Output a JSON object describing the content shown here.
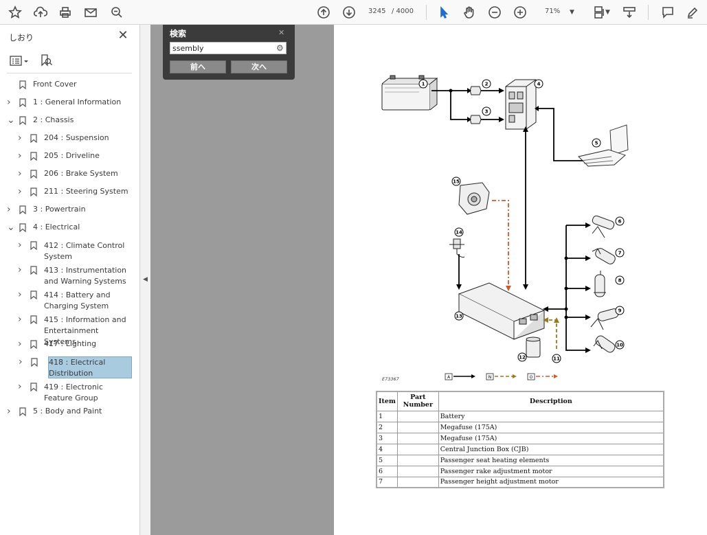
{
  "toolbar": {
    "page_current": "3245",
    "page_total": "/ 4000",
    "zoom": "71%",
    "colors": {
      "select_tool": "#1f6fd1",
      "icon": "#4b4b4b"
    }
  },
  "sidebar": {
    "title": "しおり",
    "close": "✕",
    "items": [
      {
        "label": "Front Cover",
        "expandable": false,
        "level": 0
      },
      {
        "label": "1 : General Information",
        "expandable": true,
        "level": 0
      },
      {
        "label": "2 : Chassis",
        "expandable": true,
        "expanded": true,
        "level": 0
      },
      {
        "label": "204 : Suspension",
        "expandable": true,
        "level": 1
      },
      {
        "label": "205 : Driveline",
        "expandable": true,
        "level": 1
      },
      {
        "label": "206 : Brake System",
        "expandable": true,
        "level": 1
      },
      {
        "label": "211 : Steering System",
        "expandable": true,
        "level": 1
      },
      {
        "label": "3 : Powertrain",
        "expandable": true,
        "level": 0
      },
      {
        "label": "4 : Electrical",
        "expandable": true,
        "expanded": true,
        "level": 0
      },
      {
        "label": "412 : Climate Control System",
        "expandable": true,
        "level": 1
      },
      {
        "label": "413 : Instrumentation and Warning Systems",
        "expandable": true,
        "level": 1
      },
      {
        "label": "414 : Battery and Charging System",
        "expandable": true,
        "level": 1
      },
      {
        "label": "415 : Information and Entertainment Systems",
        "expandable": true,
        "level": 1
      },
      {
        "label": "417 : Lighting",
        "expandable": true,
        "level": 1
      },
      {
        "label": "418 : Electrical Distribution",
        "expandable": true,
        "level": 1,
        "selected": true
      },
      {
        "label": "419 : Electronic Feature Group",
        "expandable": true,
        "level": 1
      },
      {
        "label": "5 : Body and Paint",
        "expandable": true,
        "level": 0
      }
    ]
  },
  "search": {
    "title": "検索",
    "close": "✕",
    "query": "ssembly",
    "prev_label": "前へ",
    "next_label": "次へ"
  },
  "diagram": {
    "callouts": [
      "1",
      "2",
      "3",
      "4",
      "5",
      "6",
      "7",
      "8",
      "9",
      "10",
      "11",
      "12",
      "13",
      "14",
      "15"
    ],
    "figure_id": "E73367",
    "legend": [
      {
        "key": "A",
        "color": "#000000",
        "style": "solid"
      },
      {
        "key": "N",
        "color": "#9a7a1a",
        "style": "dashed"
      },
      {
        "key": "O",
        "color": "#d2572a",
        "style": "dashdot"
      }
    ]
  },
  "table": {
    "headers": [
      "Item",
      "Part Number",
      "Description"
    ],
    "rows": [
      {
        "item": "1",
        "part": "",
        "desc": "Battery"
      },
      {
        "item": "2",
        "part": "",
        "desc": "Megafuse (175A)"
      },
      {
        "item": "3",
        "part": "",
        "desc": "Megafuse (175A)"
      },
      {
        "item": "4",
        "part": "",
        "desc": "Central Junction Box (CJB)"
      },
      {
        "item": "5",
        "part": "",
        "desc": "Passenger seat heating elements"
      },
      {
        "item": "6",
        "part": "",
        "desc": "Passenger rake adjustment motor"
      },
      {
        "item": "7",
        "part": "",
        "desc": "Passenger height adjustment motor"
      }
    ]
  }
}
